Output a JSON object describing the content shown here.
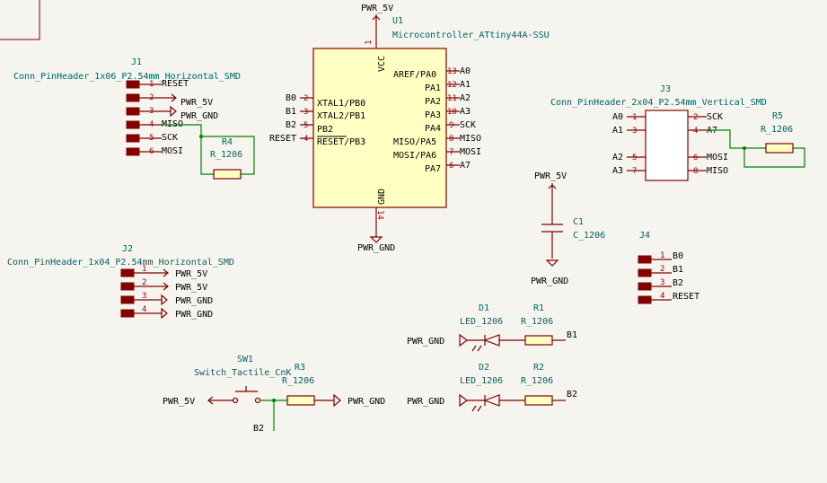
{
  "page_border_corner": "",
  "u1": {
    "ref": "U1",
    "value": "Microcontroller_ATtiny44A-SSU",
    "top_pwr": "PWR_5V",
    "bottom_pwr": "PWR_GND",
    "vcc": "VCC",
    "gnd": "GND",
    "vcc_num": "1",
    "gnd_num": "14",
    "left_pins": [
      {
        "num": "2",
        "name": "XTAL1/PB0",
        "net": "B0"
      },
      {
        "num": "3",
        "name": "XTAL2/PB1",
        "net": "B1"
      },
      {
        "num": "5",
        "name": "PB2",
        "net": "B2"
      },
      {
        "num": "4",
        "name": "RESET/PB3",
        "net": "RESET"
      }
    ],
    "right_pins": [
      {
        "num": "13",
        "name": "AREF/PA0",
        "net": "A0"
      },
      {
        "num": "12",
        "name": "PA1",
        "net": "A1"
      },
      {
        "num": "11",
        "name": "PA2",
        "net": "A2"
      },
      {
        "num": "10",
        "name": "PA3",
        "net": "A3"
      },
      {
        "num": "9",
        "name": "PA4",
        "net": "SCK"
      },
      {
        "num": "8",
        "name": "MISO/PA5",
        "net": "MISO"
      },
      {
        "num": "7",
        "name": "MOSI/PA6",
        "net": "MOSI"
      },
      {
        "num": "6",
        "name": "PA7",
        "net": "A7"
      }
    ]
  },
  "j1": {
    "ref": "J1",
    "value": "Conn_PinHeader_1x06_P2.54mm_Horizontal_SMD",
    "pins": [
      {
        "num": "1",
        "net": "RESET"
      },
      {
        "num": "2",
        "net": "PWR_5V"
      },
      {
        "num": "3",
        "net": "PWR_GND"
      },
      {
        "num": "4",
        "net": "MISO"
      },
      {
        "num": "5",
        "net": "SCK"
      },
      {
        "num": "6",
        "net": "MOSI"
      }
    ]
  },
  "r4": {
    "ref": "R4",
    "value": "R_1206"
  },
  "j2": {
    "ref": "J2",
    "value": "Conn_PinHeader_1x04_P2.54mm_Horizontal_SMD",
    "pins": [
      {
        "num": "1",
        "net": "PWR_5V"
      },
      {
        "num": "2",
        "net": "PWR_5V"
      },
      {
        "num": "3",
        "net": "PWR_GND"
      },
      {
        "num": "4",
        "net": "PWR_GND"
      }
    ]
  },
  "j3": {
    "ref": "J3",
    "value": "Conn_PinHeader_2x04_P2.54mm_Vertical_SMD",
    "left": [
      {
        "num": "1",
        "net": "A0"
      },
      {
        "num": "3",
        "net": "A1"
      },
      {
        "num": "5",
        "net": "A2"
      },
      {
        "num": "7",
        "net": "A3"
      }
    ],
    "right": [
      {
        "num": "2",
        "net": "SCK"
      },
      {
        "num": "4",
        "net": "A7"
      },
      {
        "num": "6",
        "net": "MOSI"
      },
      {
        "num": "8",
        "net": "MISO"
      }
    ]
  },
  "r5": {
    "ref": "R5",
    "value": "R_1206"
  },
  "c1": {
    "ref": "C1",
    "value": "C_1206",
    "top_pwr": "PWR_5V",
    "bottom_pwr": "PWR_GND"
  },
  "j4": {
    "ref": "J4",
    "pins": [
      {
        "num": "1",
        "net": "B0"
      },
      {
        "num": "2",
        "net": "B1"
      },
      {
        "num": "3",
        "net": "B2"
      },
      {
        "num": "4",
        "net": "RESET"
      }
    ]
  },
  "d1": {
    "ref": "D1",
    "value": "LED_1206",
    "pwr": "PWR_GND",
    "net": "B1"
  },
  "r1": {
    "ref": "R1",
    "value": "R_1206"
  },
  "d2": {
    "ref": "D2",
    "value": "LED_1206",
    "pwr": "PWR_GND",
    "net": "B2"
  },
  "r2": {
    "ref": "R2",
    "value": "R_1206"
  },
  "sw1": {
    "ref": "SW1",
    "value": "Switch_Tactile_CnK",
    "pwr": "PWR_5V",
    "net": "B2"
  },
  "r3": {
    "ref": "R3",
    "value": "R_1206",
    "pwr": "PWR_GND"
  }
}
